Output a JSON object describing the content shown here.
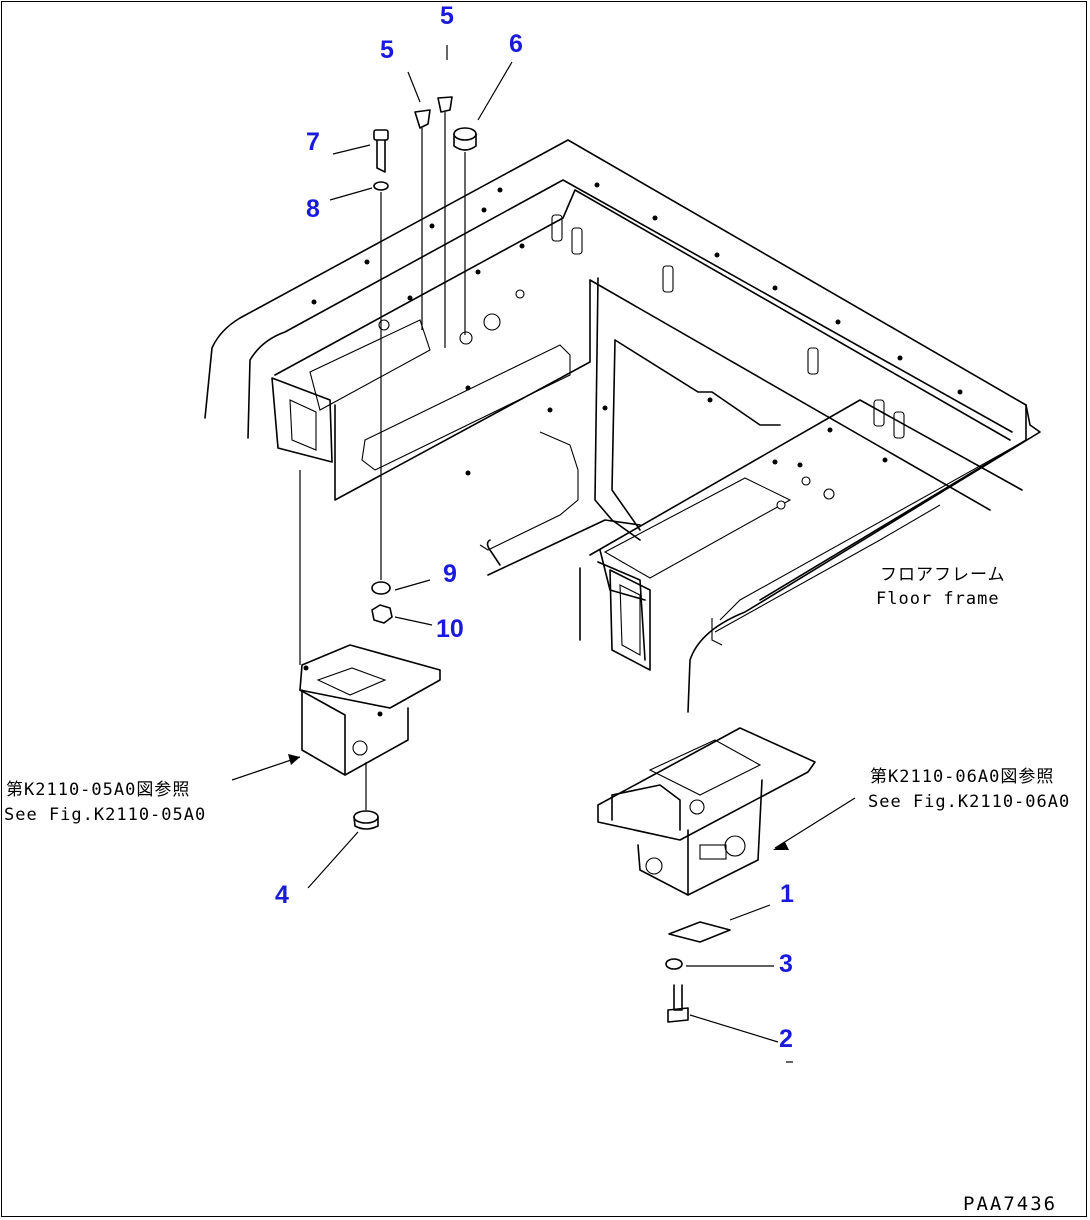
{
  "callouts": {
    "c1": "1",
    "c2": "2",
    "c3": "3",
    "c4": "4",
    "c5a": "5",
    "c5b": "5",
    "c6": "6",
    "c7": "7",
    "c8": "8",
    "c9": "9",
    "c10": "10"
  },
  "notes": {
    "floor_frame_jp": "フロアフレーム",
    "floor_frame_en": "Floor frame",
    "ref_left_jp": "第K2110-05A0図参照",
    "ref_left_en": "See Fig.K2110-05A0",
    "ref_right_jp": "第K2110-06A0図参照",
    "ref_right_en": "See Fig.K2110-06A0"
  },
  "drawing_number": "PAA7436",
  "colors": {
    "callout": "#1a1adb",
    "line": "#000000"
  }
}
